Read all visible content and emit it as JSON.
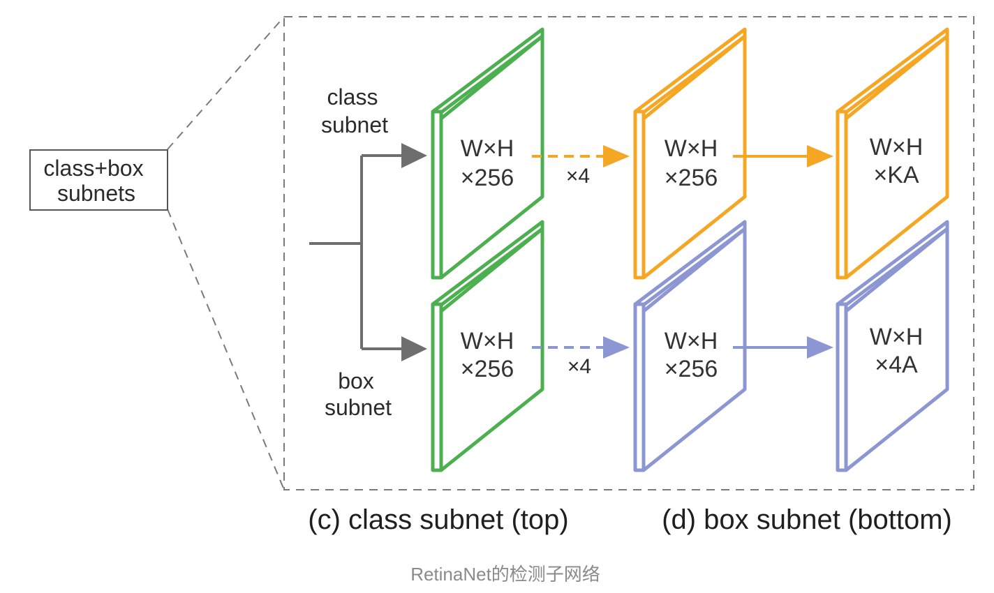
{
  "source_box": {
    "line1": "class+box",
    "line2": "subnets"
  },
  "branch_labels": {
    "class": {
      "line1": "class",
      "line2": "subnet"
    },
    "box": {
      "line1": "box",
      "line2": "subnet"
    }
  },
  "feature_maps": {
    "class_1": {
      "line1": "W×H",
      "line2": "×256"
    },
    "class_2": {
      "line1": "W×H",
      "line2": "×256"
    },
    "class_3": {
      "line1": "W×H",
      "line2": "×KA"
    },
    "box_1": {
      "line1": "W×H",
      "line2": "×256"
    },
    "box_2": {
      "line1": "W×H",
      "line2": "×256"
    },
    "box_3": {
      "line1": "W×H",
      "line2": "×4A"
    }
  },
  "repeat_labels": {
    "class": "×4",
    "box": "×4"
  },
  "captions": {
    "class": "(c) class subnet (top)",
    "box": "(d) box subnet (bottom)"
  },
  "footer": "RetinaNet的检测子网络",
  "colors": {
    "green": "#4caf50",
    "orange": "#f5a623",
    "purple": "#8c96d2",
    "gray_arrow": "#6e6e6e",
    "dashed_frame": "#7a7a7a"
  }
}
